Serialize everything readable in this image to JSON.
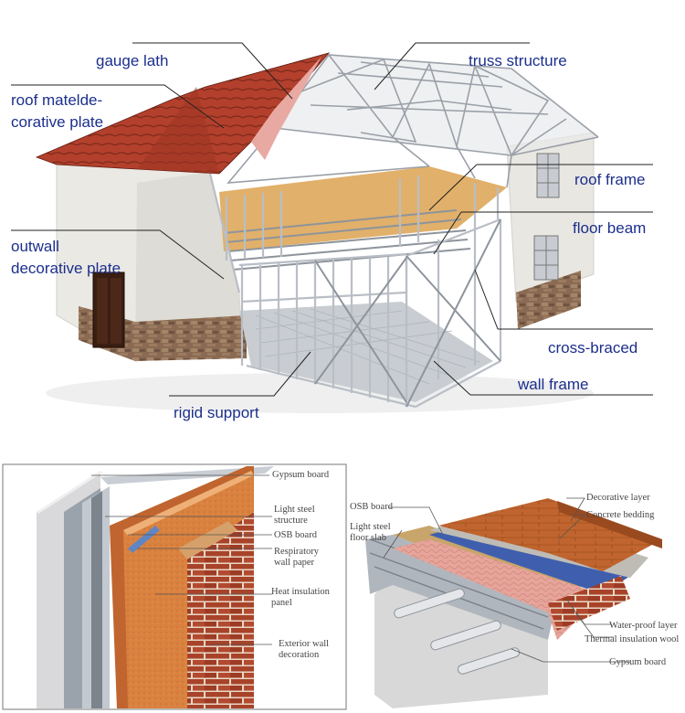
{
  "house_labels": {
    "gauge_lath": "gauge lath",
    "truss_structure": "truss structure",
    "roof_plate_line1": "roof matelde-",
    "roof_plate_line2": "corative plate",
    "roof_frame": "roof frame",
    "floor_beam": "floor beam",
    "outwall_line1": "outwall",
    "outwall_line2": "decorative plate",
    "cross_braced": "cross-braced",
    "wall_frame": "wall frame",
    "rigid_support": "rigid support"
  },
  "wall_section_labels": {
    "gypsum_board": "Gypsum board",
    "light_steel_line1": "Light steel",
    "light_steel_line2": "structure",
    "osb_board": "OSB board",
    "respiratory_line1": "Respiratory",
    "respiratory_line2": "wall paper",
    "heat_insulation_line1": "Heat insulation",
    "heat_insulation_line2": "panel",
    "exterior_line1": "Exterior wall",
    "exterior_line2": "decoration"
  },
  "floor_section_labels": {
    "osb_board": "OSB board",
    "light_steel_line1": "Light steel",
    "light_steel_line2": "floor slab",
    "decorative_layer": "Decorative layer",
    "concrete_bedding": "Concrete bedding",
    "waterproof_layer": "Water-proof layer",
    "thermal_insulation": "Thermal insulation wool",
    "gypsum_board": "Gypsum board"
  },
  "colors": {
    "label_blue": "#1b2f8c",
    "roof_red": "#b3402c",
    "wall_white": "#ebe9e4",
    "steel": "#b9bec6",
    "brick": "#a8432a",
    "orange_panel": "#d9813f"
  }
}
